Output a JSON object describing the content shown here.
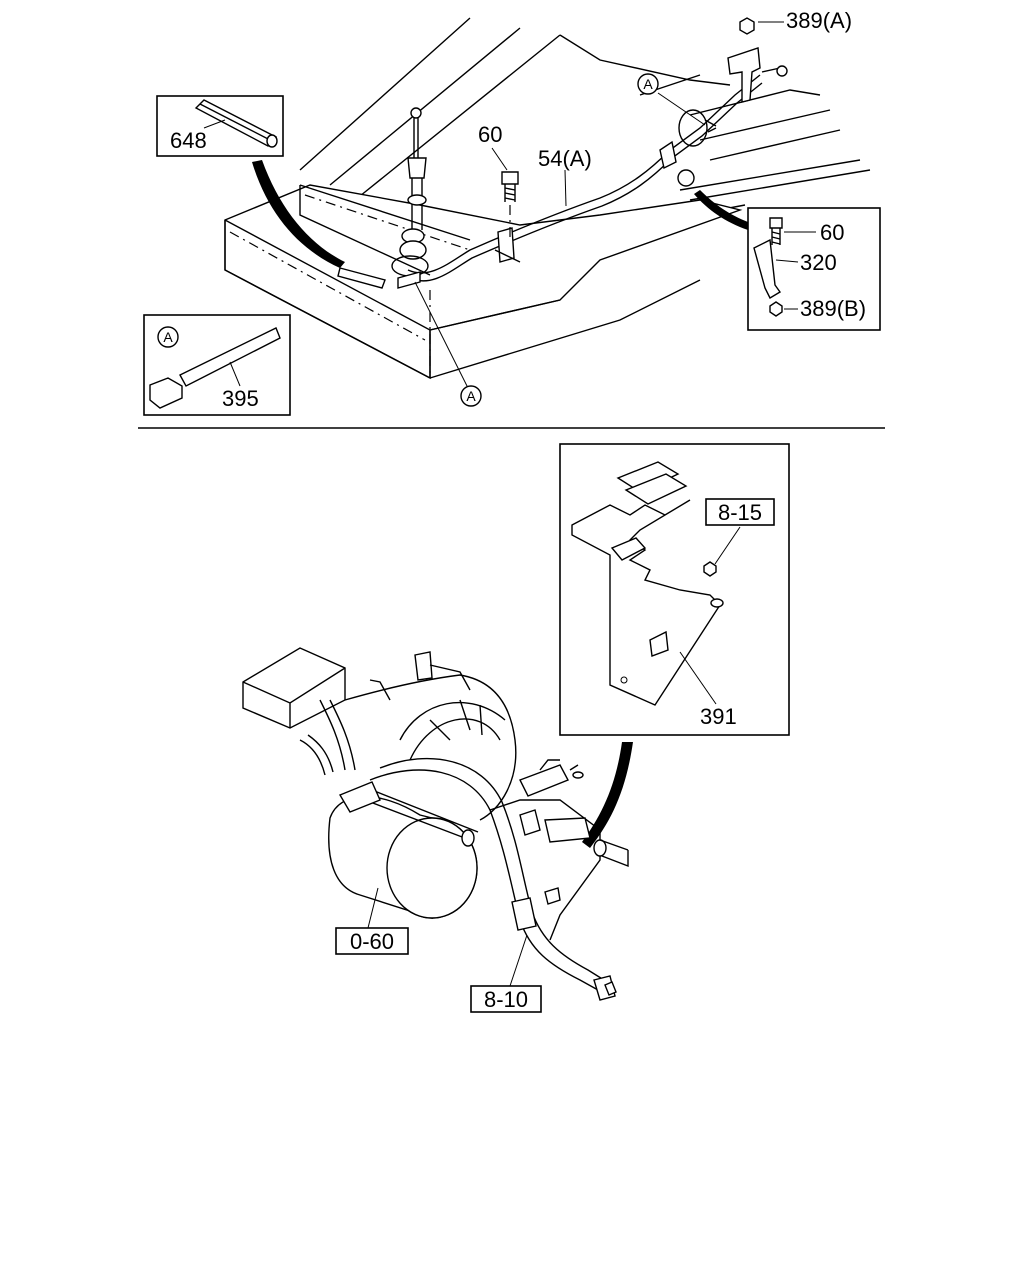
{
  "callouts": {
    "nut_389a": "389(A)",
    "tube_648": "648",
    "bolt_60_top": "60",
    "harness_54a": "54(A)",
    "bolt_60_detail": "60",
    "bracket_320": "320",
    "nut_389b": "389(B)",
    "clip_395": "395",
    "nut_ref_8_15": "8-15",
    "bracket_391": "391",
    "starter_ref_0_60": "0-60",
    "harness_ref_8_10": "8-10"
  },
  "markers": {
    "detail_a_top": "A",
    "detail_a_mid": "A",
    "detail_a_box": "A"
  }
}
